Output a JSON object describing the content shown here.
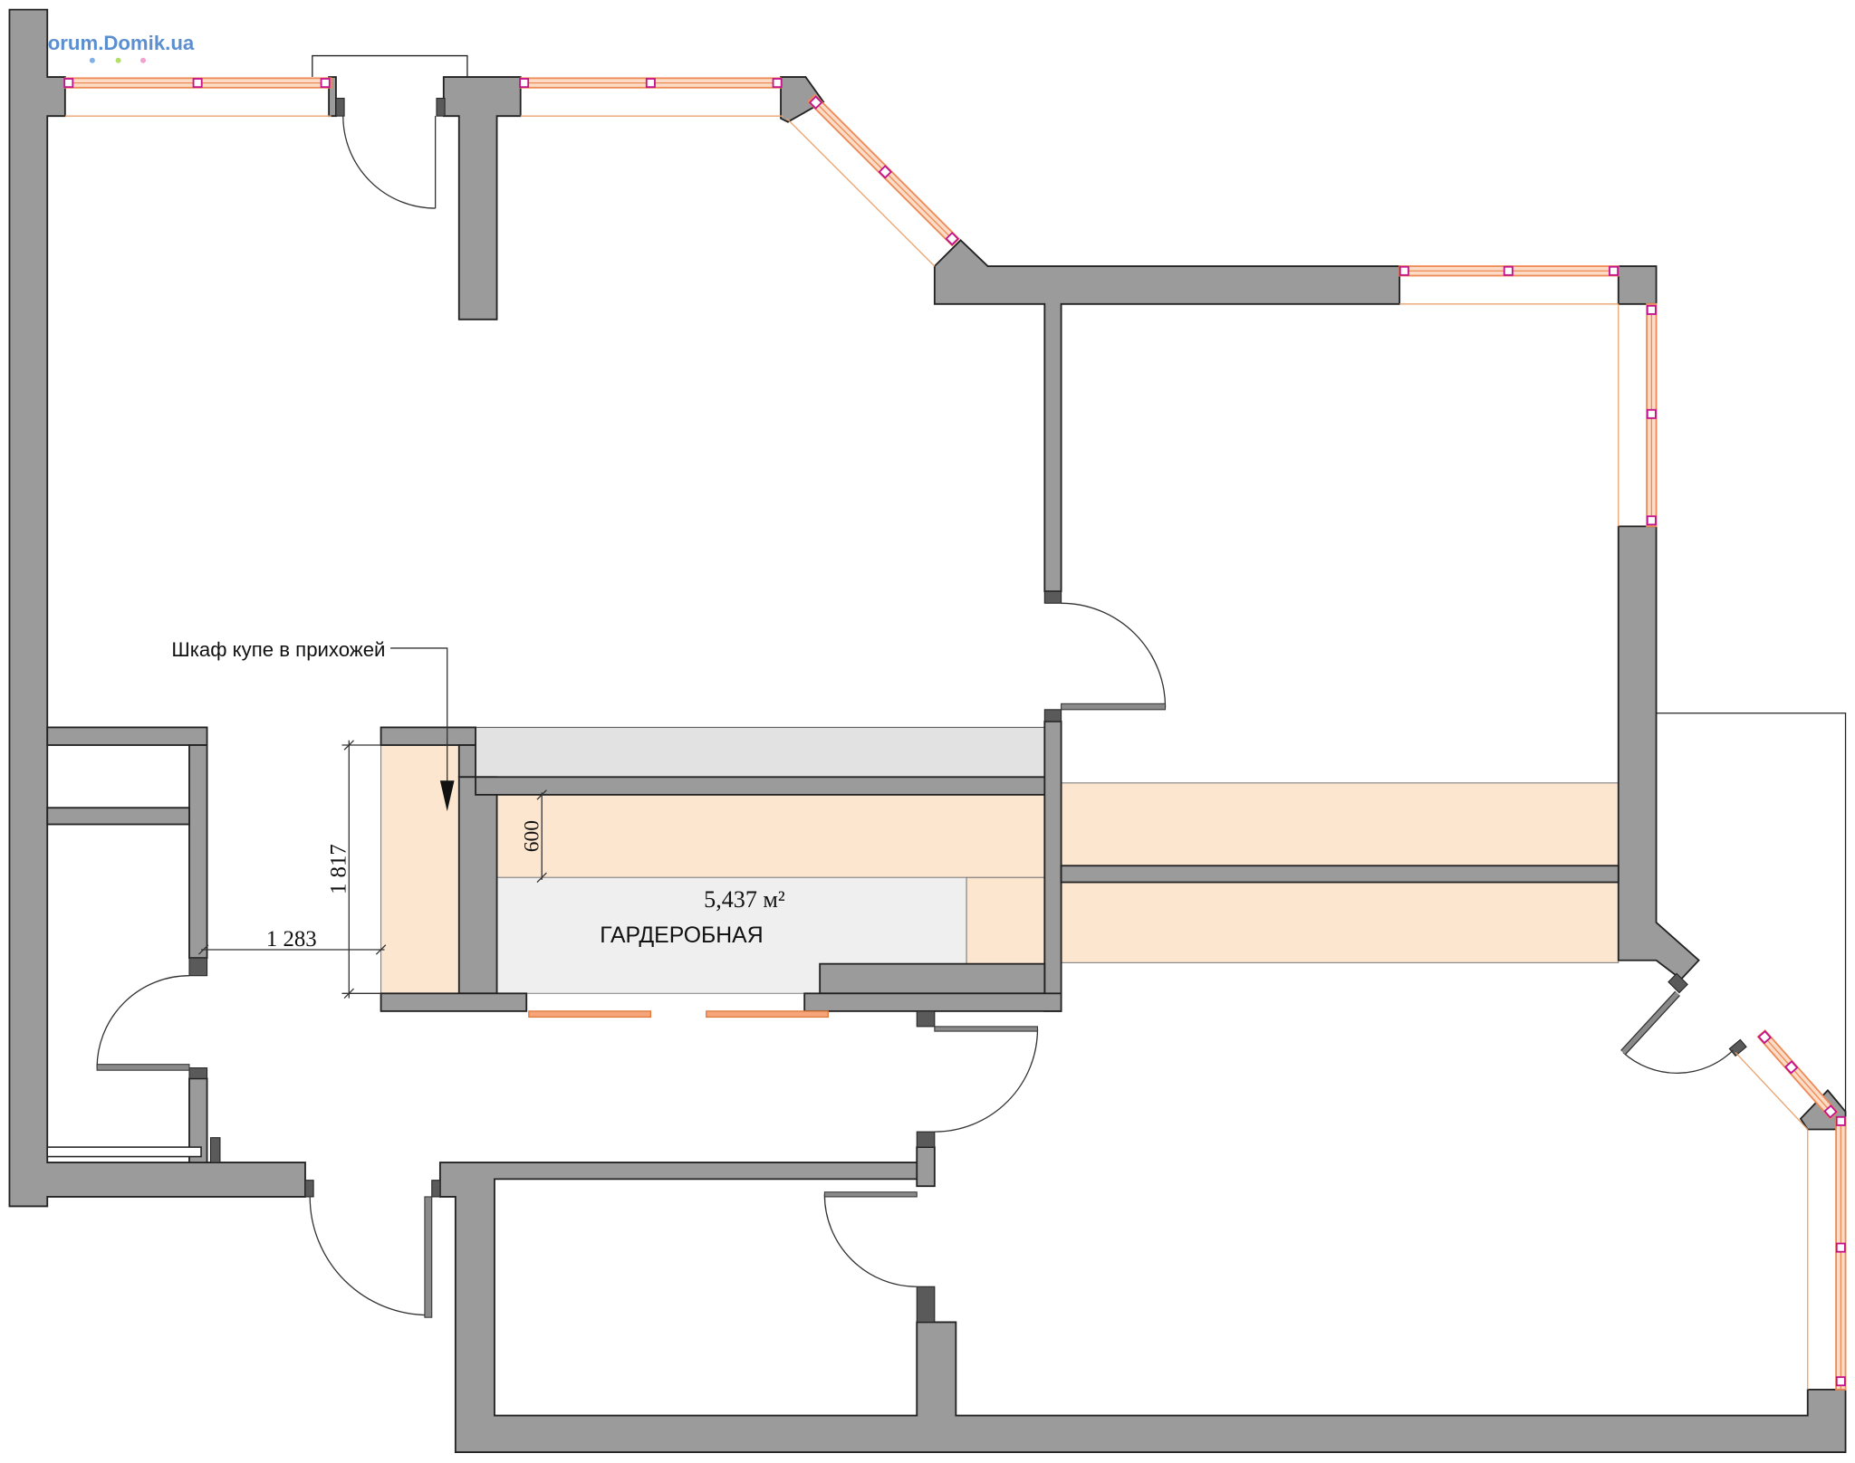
{
  "watermark": {
    "text": "Forum.Domik.ua"
  },
  "callout": {
    "label": "Шкаф купе в прихожей"
  },
  "dimensions": {
    "closet_length": "1 817",
    "hall_width": "1 283",
    "shelf_depth": "600"
  },
  "wardrobe": {
    "name": "ГАРДЕРОБНАЯ",
    "area": "5,437 м²"
  },
  "colors": {
    "wall": "#9b9b9b",
    "wall_outline": "#222222",
    "closet_fill": "#fde6cf",
    "storage_fill": "#e2e2e2",
    "window": "#ee8a55",
    "window_marker": "#c4128c",
    "logo": "#5b8fd0",
    "logo_dots": [
      "#7fb0e6",
      "#b5dd6a",
      "#f2a2cf"
    ]
  }
}
